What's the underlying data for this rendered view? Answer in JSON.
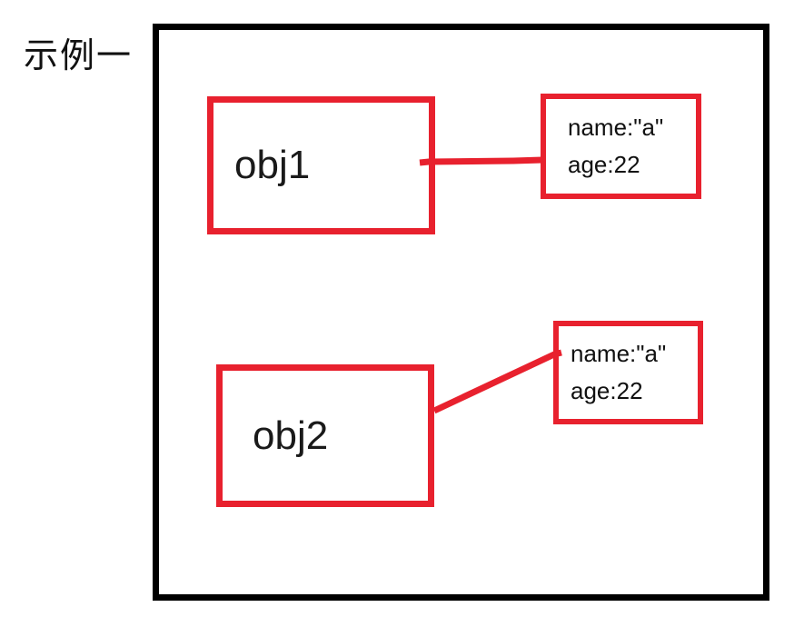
{
  "title": "示例一",
  "colors": {
    "accent_red": "#e8212e",
    "frame_black": "#000000"
  },
  "diagram": {
    "objects": [
      {
        "label": "obj1"
      },
      {
        "label": "obj2"
      }
    ],
    "values": [
      {
        "line1": "name:\"a\"",
        "line2": "age:22"
      },
      {
        "line1": "name:\"a\"",
        "line2": "age:22"
      }
    ]
  }
}
